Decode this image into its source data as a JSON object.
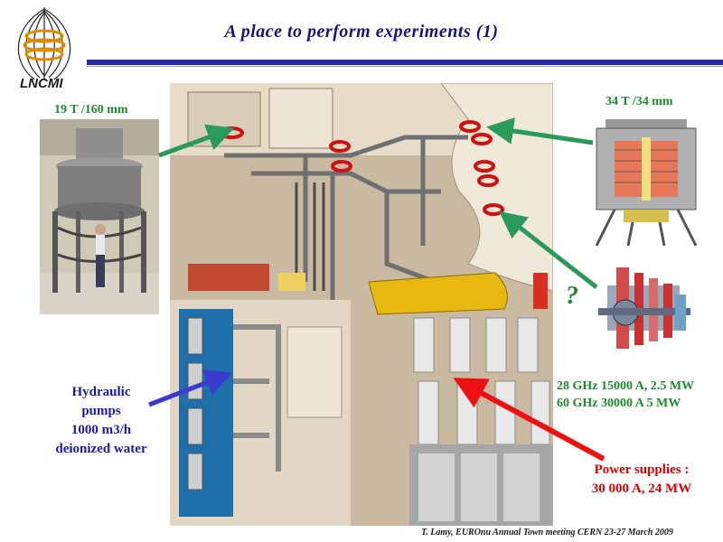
{
  "header": {
    "title": "A place to perform experiments (1)",
    "logo_text": "LNCMI"
  },
  "labels": {
    "magnet_19t": "19 T /160 mm",
    "magnet_34t": "34 T /34 mm",
    "question_mark": "?",
    "gyrotron_line1": "28 GHz 15000 A, 2.5 MW",
    "gyrotron_line2": "60 GHz 30000 A 5 MW",
    "pumps_line1": "Hydraulic",
    "pumps_line2": "pumps",
    "pumps_line3": "1000 m3/h",
    "pumps_line4": "deionized water",
    "power_line1": "Power supplies :",
    "power_line2": "30 000 A, 24 MW"
  },
  "footer": {
    "credit": "T. Lamy, EUROnu Annual Town meeting CERN 23-27 March 2009"
  },
  "colors": {
    "title": "#14147a",
    "green": "#1e8a2e",
    "blue": "#1a1aa8",
    "red": "#dd0000"
  }
}
